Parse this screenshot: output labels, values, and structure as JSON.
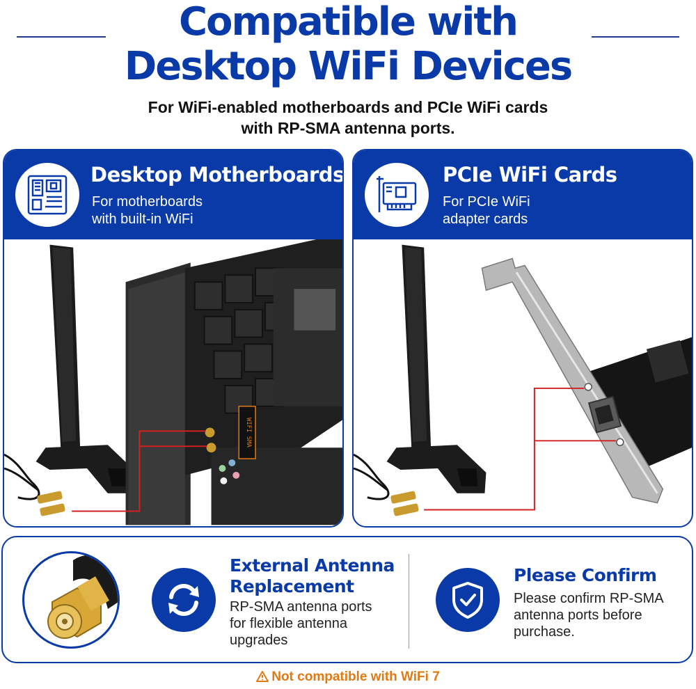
{
  "header": {
    "title_line1": "Compatible with",
    "title_line2": "Desktop WiFi Devices",
    "subtitle_line1": "For WiFi-enabled motherboards and PCIe WiFi cards",
    "subtitle_line2": "with RP-SMA antenna ports."
  },
  "panels": [
    {
      "icon": "motherboard-icon",
      "title": "Desktop Motherboards",
      "desc_line1": "For motherboards",
      "desc_line2": "with built-in WiFi",
      "label_chip": "WIFI SMA"
    },
    {
      "icon": "pcie-card-icon",
      "title": "PCIe WiFi Cards",
      "desc_line1": "For PCIe WiFi",
      "desc_line2": "adapter cards"
    }
  ],
  "features": [
    {
      "icon": "rotate-arrows-icon",
      "title_line1": "External Antenna",
      "title_line2": "Replacement",
      "desc_line1": "RP-SMA antenna ports",
      "desc_line2": "for flexible antenna",
      "desc_line3": "upgrades"
    },
    {
      "icon": "shield-check-icon",
      "title": "Please Confirm",
      "desc_line1": "Please confirm RP-SMA",
      "desc_line2": "antenna ports before",
      "desc_line3": "purchase."
    }
  ],
  "warning": {
    "icon": "warning-triangle-icon",
    "text": "Not compatible with WiFi 7"
  },
  "colors": {
    "brand_blue": "#0a3aa8",
    "warning_orange": "#e07a15",
    "callout_red": "#d22020"
  }
}
